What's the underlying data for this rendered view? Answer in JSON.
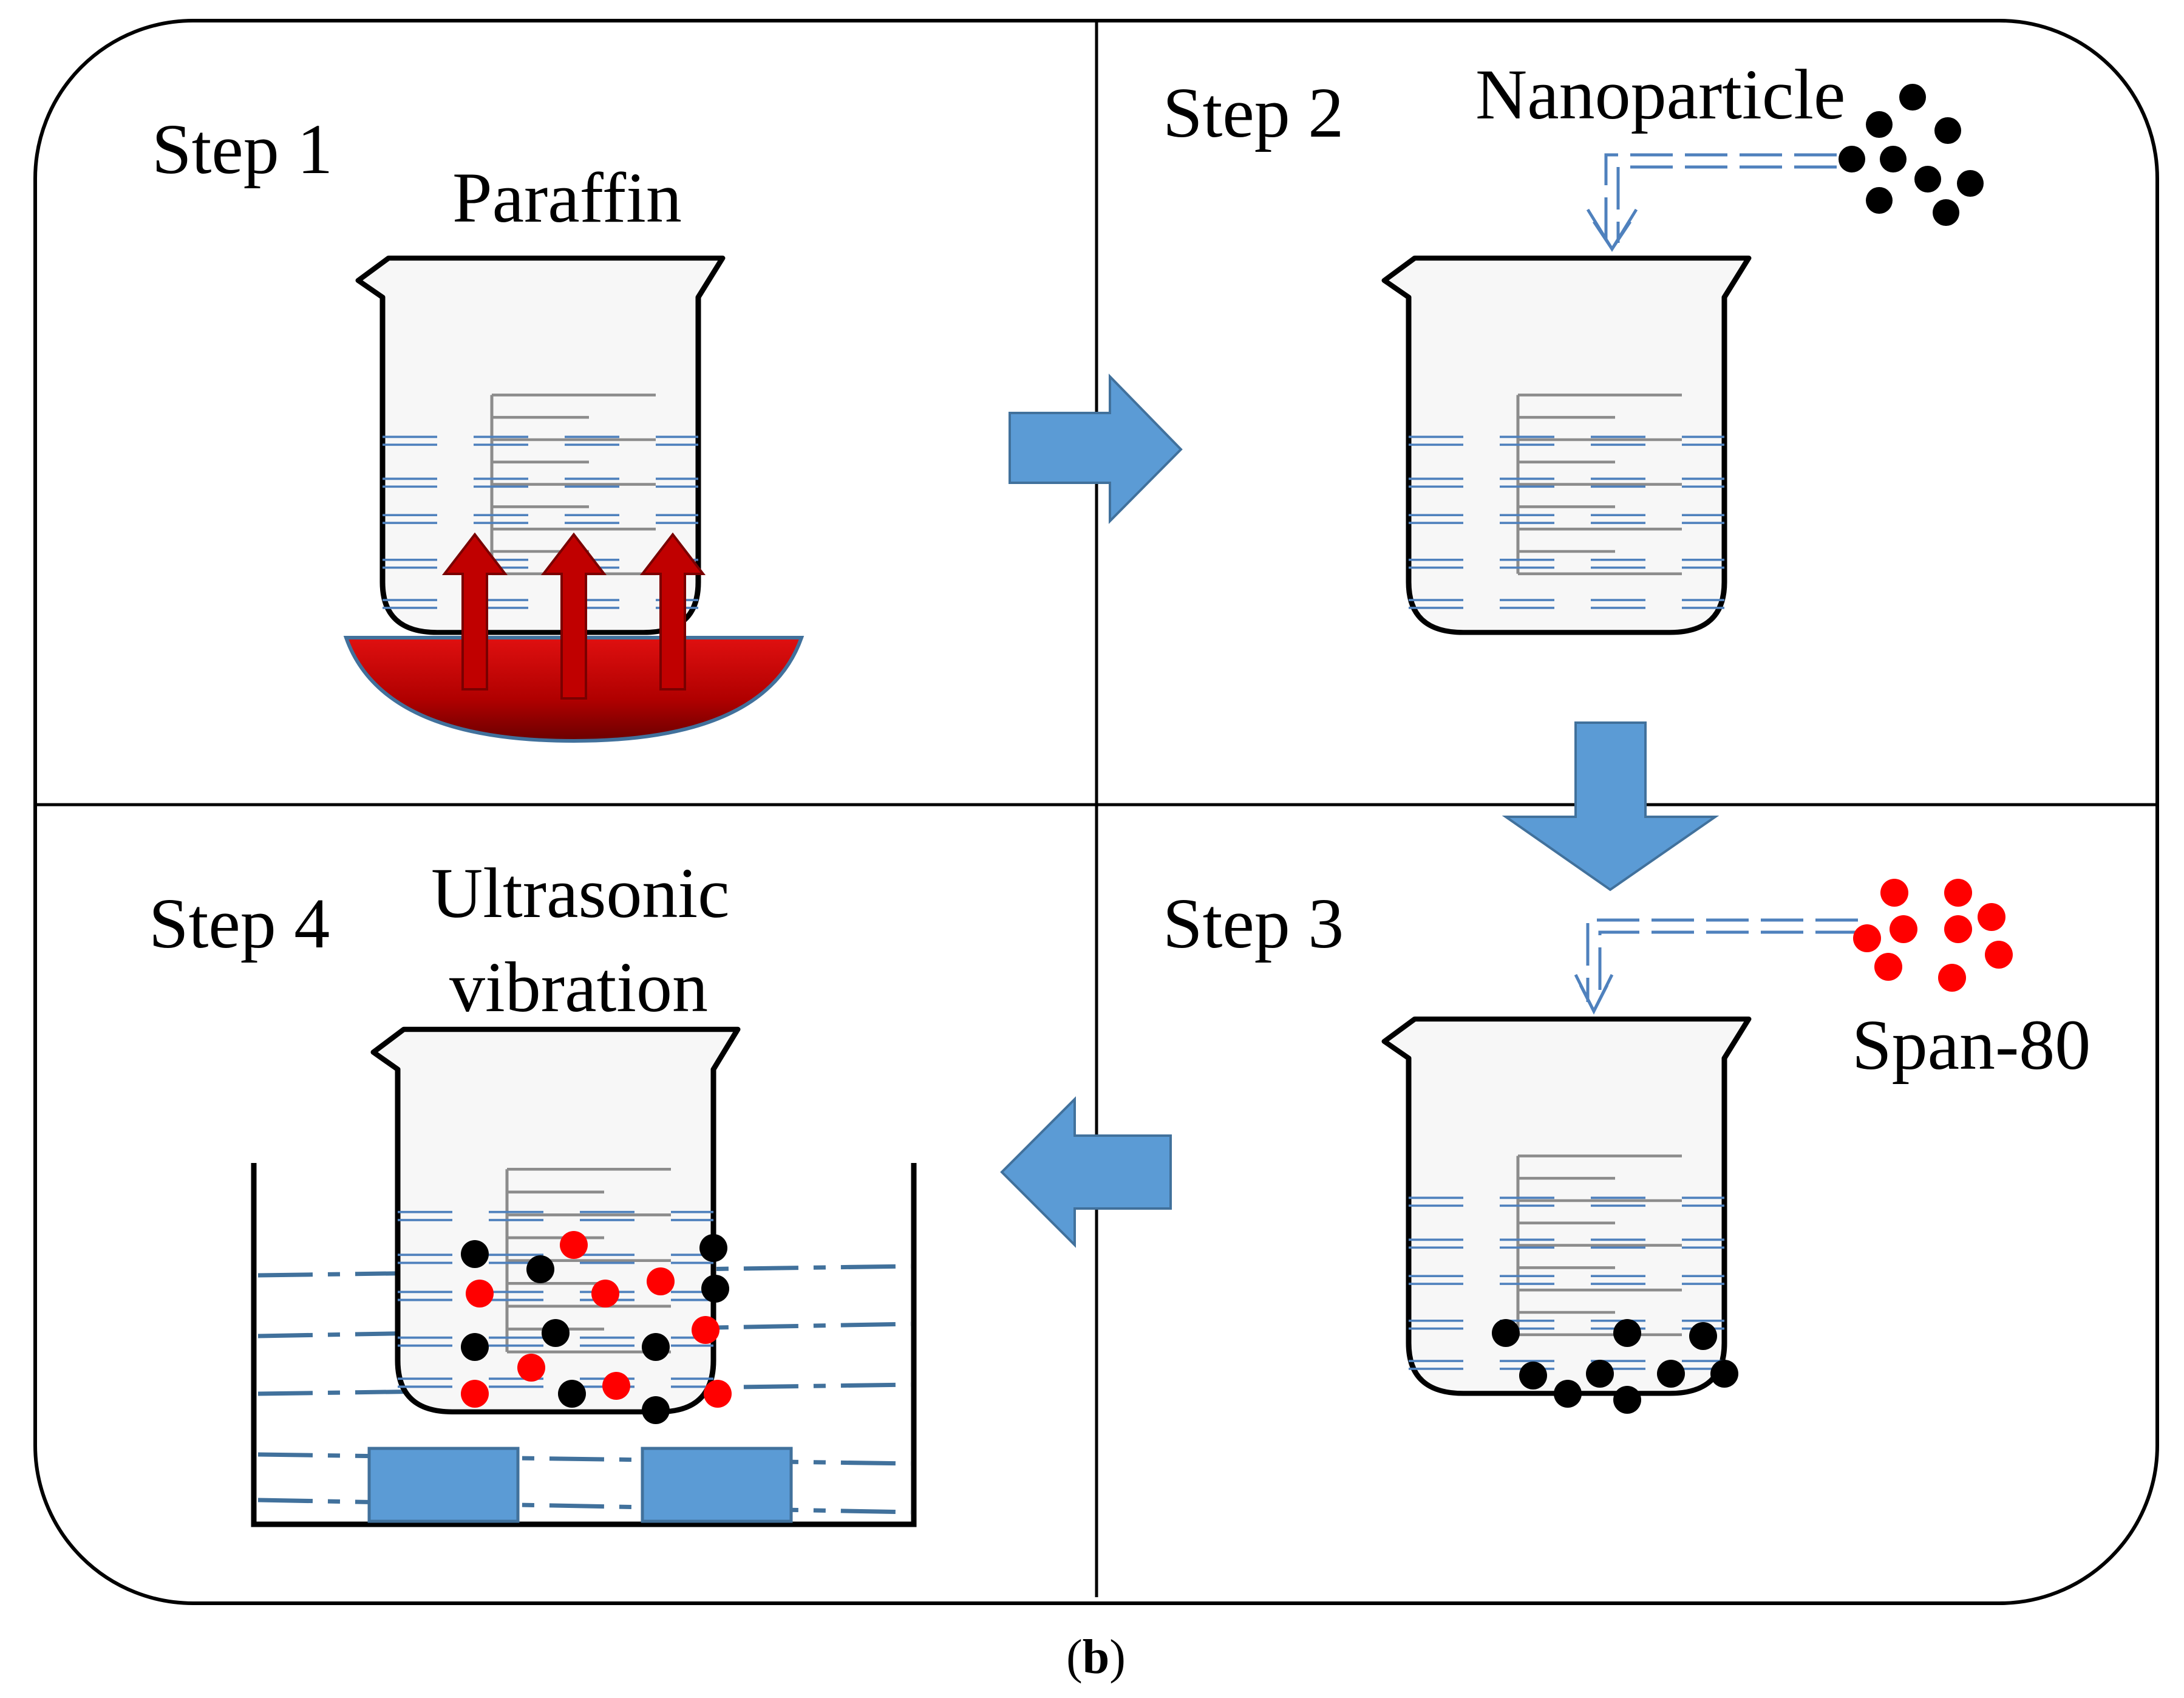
{
  "steps": {
    "step1": {
      "label": "Step 1",
      "caption": "Paraffin"
    },
    "step2": {
      "label": "Step 2",
      "caption": "Nanoparticle"
    },
    "step3": {
      "label": "Step 3",
      "caption": "Span-80"
    },
    "step4": {
      "label": "Step 4",
      "caption_line1": "Ultrasonic",
      "caption_line2": "vibration"
    }
  },
  "figure_caption": {
    "open": "(",
    "letter": "b",
    "close": ")"
  },
  "colors": {
    "arrow_blue": "#5b9bd5",
    "arrow_blue_stroke": "#41719c",
    "line_blue": "#4f81bd",
    "dash_blue": "#41719c",
    "heat_red": "#c00000",
    "heat_dark": "#7a0000",
    "nanoparticle": "#000000",
    "span80": "#ff0000",
    "transducer": "#5b9bd5"
  }
}
